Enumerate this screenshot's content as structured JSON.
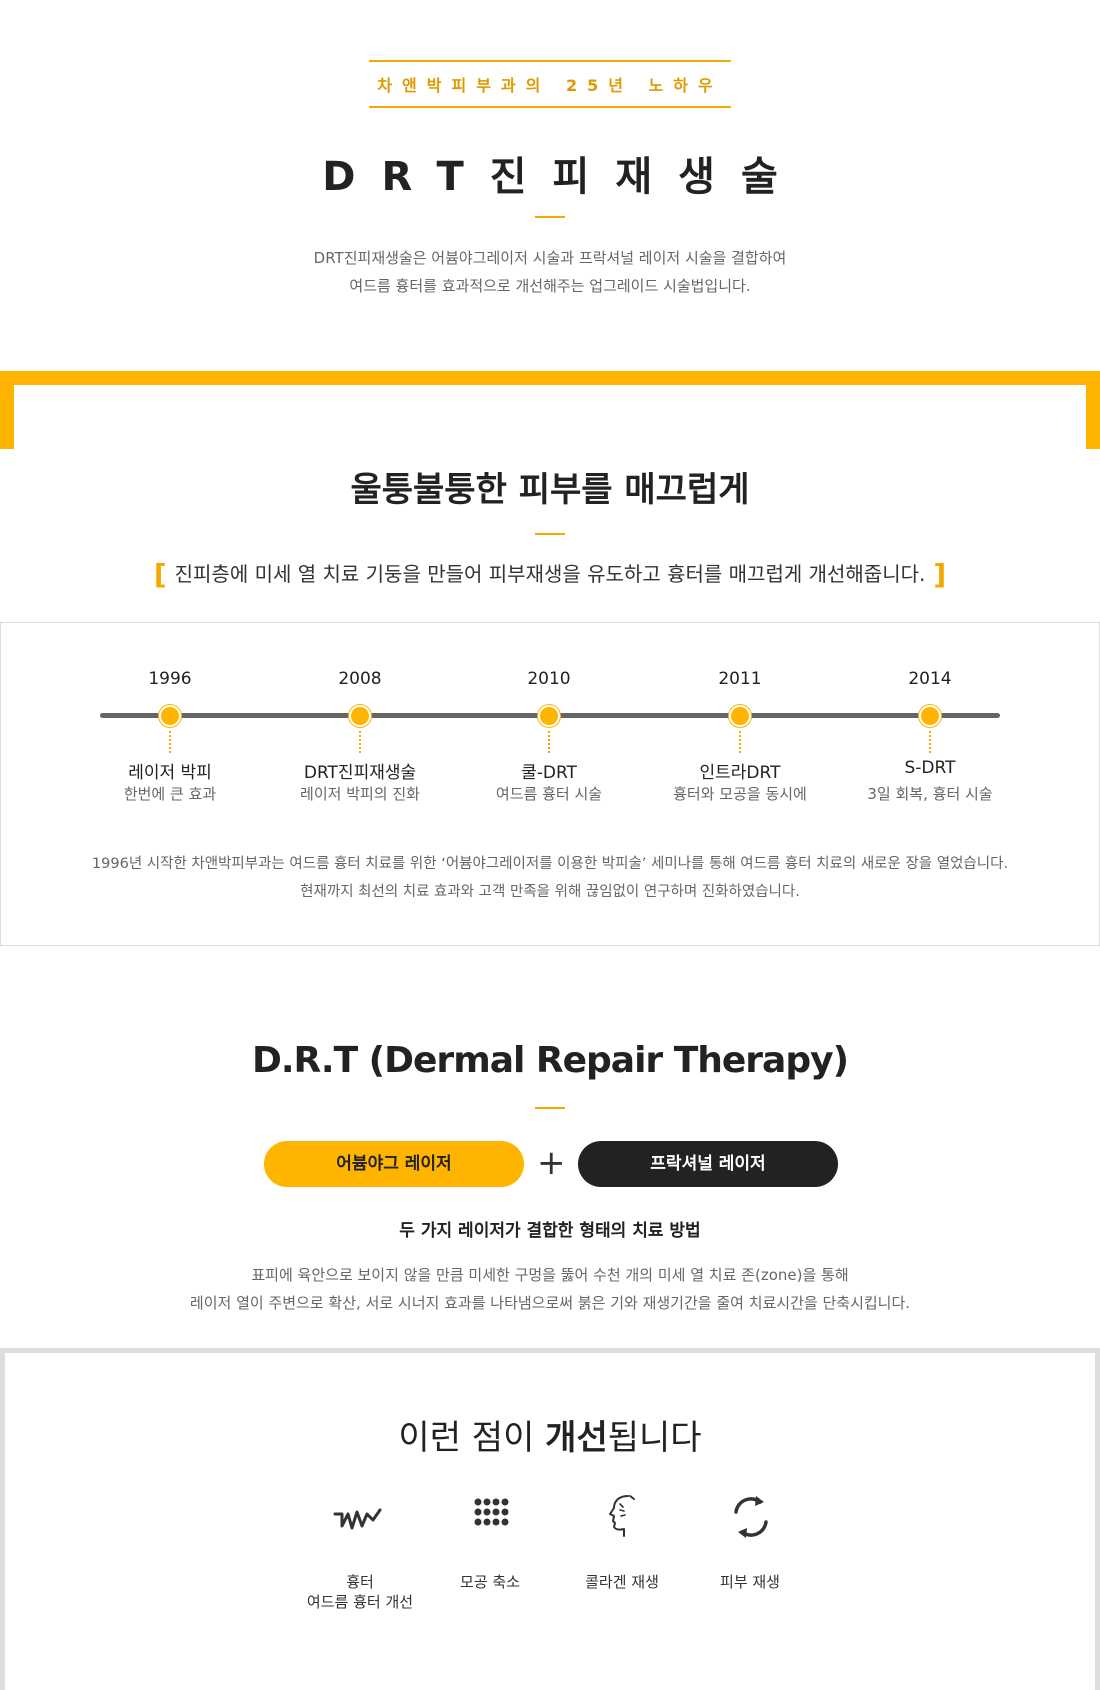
{
  "header": {
    "kicker": "차앤박피부과의 25년 노하우",
    "title": "DRT진피재생술",
    "intro": [
      "DRT진피재생술은 어븀야그레이저 시술과 프락셔널 레이저 시술을 결합하여",
      "여드름 흉터를 효과적으로 개선해주는 업그레이드 시술법입니다."
    ]
  },
  "section2": {
    "title": "울퉁불퉁한 피부를 매끄럽게",
    "bracket_open": "[",
    "bracket_close": "]",
    "subtitle": "진피층에 미세 열 치료 기둥을 만들어 피부재생을 유도하고 흉터를 매끄럽게 개선해줍니다."
  },
  "timeline": {
    "items": [
      {
        "year": "1996",
        "name": "레이저 박피",
        "desc": "한번에 큰 효과"
      },
      {
        "year": "2008",
        "name": "DRT진피재생술",
        "desc": "레이저 박피의 진화"
      },
      {
        "year": "2010",
        "name": "쿨-DRT",
        "desc": "여드름 흉터 시술"
      },
      {
        "year": "2011",
        "name": "인트라DRT",
        "desc": "흉터와 모공을 동시에"
      },
      {
        "year": "2014",
        "name": "S-DRT",
        "desc": "3일 회복, 흉터 시술"
      }
    ],
    "text": [
      "1996년 시작한 차앤박피부과는 여드름 흉터 치료를 위한 ‘어븀야그레이저를 이용한 박피술’ 세미나를 통해  여드름 흉터 치료의 새로운 장을 열었습니다.",
      "현재까지 최선의 치료 효과와 고객 만족을 위해 끊임없이 연구하며 진화하였습니다."
    ]
  },
  "drt": {
    "title": "D.R.T (Dermal Repair Therapy)",
    "pill_left": "어븀야그 레이저",
    "plus": "+",
    "pill_right": "프락셔널 레이저",
    "subtitle": "두 가지 레이저가 결합한 형태의 치료 방법",
    "text": [
      "표피에 육안으로 보이지 않을 만큼 미세한 구멍을 뚫어 수천 개의 미세 열 치료 존(zone)을 통해",
      "레이저 열이 주변으로 확산, 서로 시너지 효과를 나타냄으로써 붉은 기와 재생기간을 줄여 치료시간을 단축시킵니다."
    ]
  },
  "improve": {
    "title_pre": "이런 점이 ",
    "title_bold": "개선",
    "title_post": "됩니다",
    "items": [
      {
        "icon": "wave-icon",
        "label1": "흉터",
        "label2": "여드름 흉터 개선"
      },
      {
        "icon": "dot-grid-icon",
        "label1": "모공 축소",
        "label2": ""
      },
      {
        "icon": "face-profile-icon",
        "label1": "콜라겐 재생",
        "label2": ""
      },
      {
        "icon": "refresh-icon",
        "label1": "피부 재생",
        "label2": ""
      }
    ]
  },
  "colors": {
    "accent": "#ffb400",
    "dark": "#222222",
    "text_gray": "#666666"
  }
}
